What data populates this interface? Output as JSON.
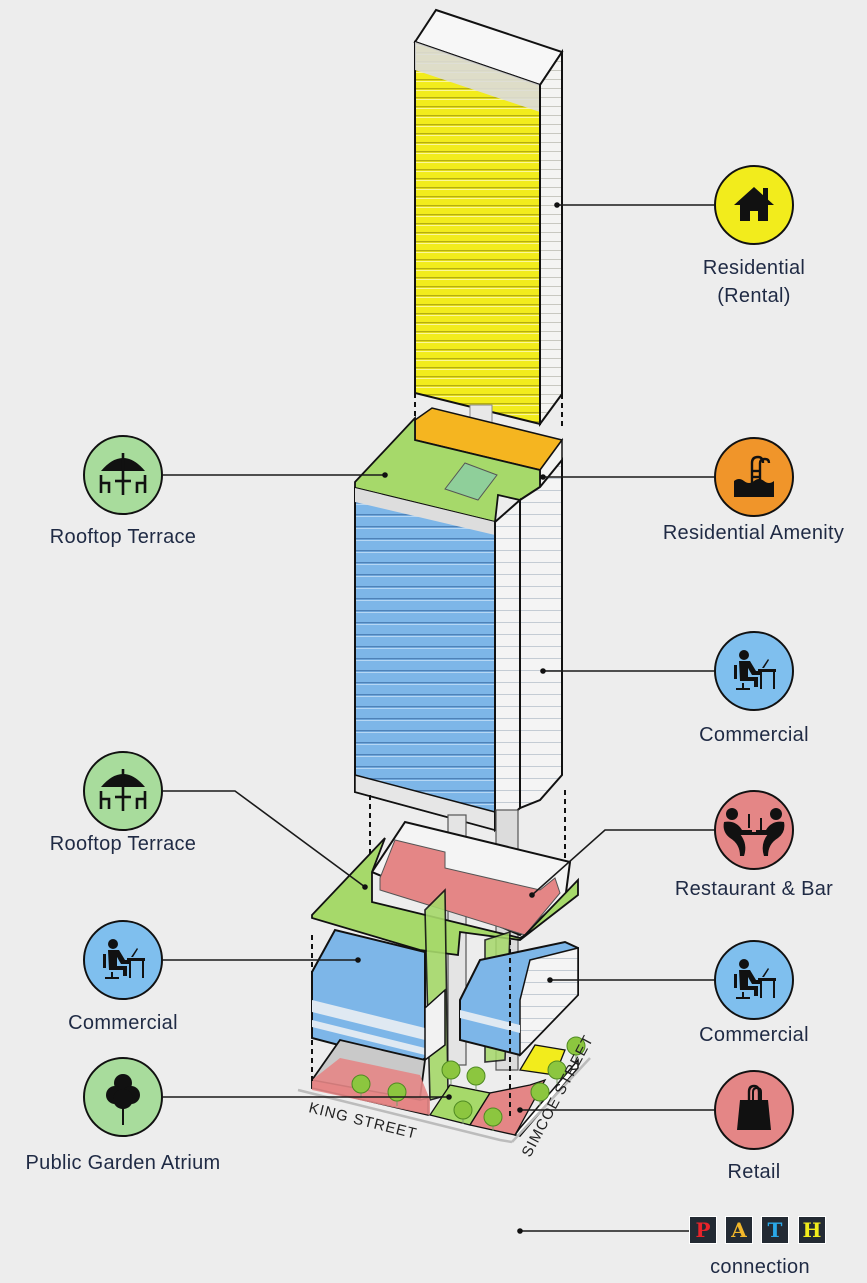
{
  "title": "Mixed-use tower program diagram",
  "colors": {
    "background": "#ededed",
    "residential": "#f2ec1c",
    "residential_amenity": "#f0952a",
    "rooftop_terrace": "#a8dc9c",
    "commercial": "#7fbfee",
    "restaurant_bar": "#e48686",
    "retail": "#e48686",
    "public_garden": "#a8dc9c",
    "label_text": "#1f2a44",
    "line": "#1a1a1a"
  },
  "legend": [
    {
      "id": "residential-rental",
      "label_lines": [
        "Residential",
        "(Rental)"
      ],
      "icon": "house-icon",
      "color": "#f2ec1c",
      "side": "right"
    },
    {
      "id": "residential-amenity",
      "label_lines": [
        "Residential Amenity"
      ],
      "icon": "pool-ladder-icon",
      "color": "#f0952a",
      "side": "right"
    },
    {
      "id": "rooftop-terrace-upper",
      "label_lines": [
        "Rooftop Terrace"
      ],
      "icon": "patio-umbrella-icon",
      "color": "#a8dc9c",
      "side": "left"
    },
    {
      "id": "commercial-tower",
      "label_lines": [
        "Commercial"
      ],
      "icon": "office-worker-icon",
      "color": "#7fbfee",
      "side": "right"
    },
    {
      "id": "rooftop-terrace-lower",
      "label_lines": [
        "Rooftop Terrace"
      ],
      "icon": "patio-umbrella-icon",
      "color": "#a8dc9c",
      "side": "left"
    },
    {
      "id": "restaurant-bar",
      "label_lines": [
        "Restaurant & Bar"
      ],
      "icon": "dining-couple-icon",
      "color": "#e48686",
      "side": "right"
    },
    {
      "id": "commercial-podium-left",
      "label_lines": [
        "Commercial"
      ],
      "icon": "office-worker-icon",
      "color": "#7fbfee",
      "side": "left"
    },
    {
      "id": "commercial-podium-right",
      "label_lines": [
        "Commercial"
      ],
      "icon": "office-worker-icon",
      "color": "#7fbfee",
      "side": "right"
    },
    {
      "id": "public-garden-atrium",
      "label_lines": [
        "Public Garden Atrium"
      ],
      "icon": "tree-icon",
      "color": "#a8dc9c",
      "side": "left"
    },
    {
      "id": "retail",
      "label_lines": [
        "Retail"
      ],
      "icon": "shopping-bag-icon",
      "color": "#e48686",
      "side": "right"
    }
  ],
  "streets": {
    "king": "KING STREET",
    "simcoe": "SIMCOE STREET"
  },
  "path": {
    "letters": [
      {
        "char": "P",
        "color": "#e8232a"
      },
      {
        "char": "A",
        "color": "#f2b72a"
      },
      {
        "char": "T",
        "color": "#2aa8e8"
      },
      {
        "char": "H",
        "color": "#f2ec1c"
      }
    ],
    "caption": "connection"
  }
}
